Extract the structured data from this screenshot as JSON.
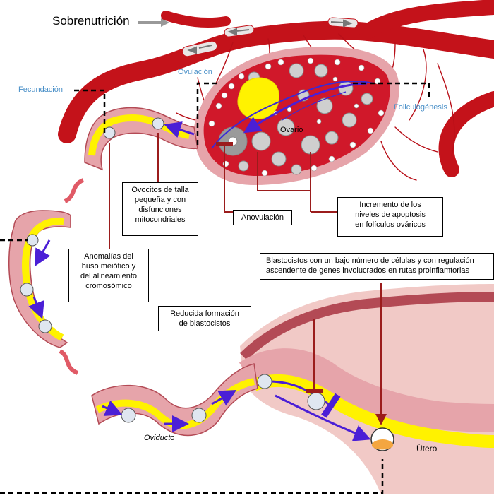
{
  "title": "Sobrenutrición",
  "colors": {
    "vessel": "#c4121a",
    "ovary": "#d0182a",
    "tissue": "#e6a4aa",
    "yellow": "#fff200",
    "uterus_wall": "#f1c9c6",
    "arrow": "#4b1fd6",
    "annotation_line": "#9b1c1c",
    "blue_label": "#4a90c8"
  },
  "process_labels": {
    "ovulation": "Ovulación",
    "fertilization": "Fecundación",
    "folliculogenesis": "Foliculogénesis"
  },
  "organ_labels": {
    "ovary": "Ovario",
    "oviduct": "Oviducto",
    "uterus": "Útero"
  },
  "callouts": {
    "oocytes": [
      "Ovocitos de talla",
      "pequeña y con",
      "disfunciones",
      "mitocondriales"
    ],
    "anovulation": [
      "Anovulación"
    ],
    "apoptosis": [
      "Incremento de los",
      "niveles de apoptosis",
      "en folículos ováricos"
    ],
    "spindle": [
      "Anomalías del",
      "huso meiótico y",
      "del alineamiento",
      "cromosómico"
    ],
    "blastocyst_formation": [
      "Reducida formación",
      "de blastocistos"
    ],
    "blastocyst_cells": [
      "Blastocistos con un bajo número de células y con regulación",
      "ascendente de genes involucrados en rutas proinflamtorias"
    ]
  },
  "icons": [
    "arrow-icon",
    "oocyte-icon",
    "embryo-icon",
    "blastocyst-icon",
    "follicle-icon",
    "corpus-luteum-icon"
  ]
}
